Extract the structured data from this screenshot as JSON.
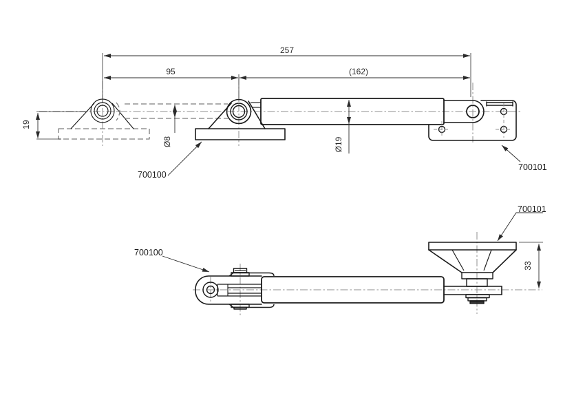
{
  "top_view": {
    "dim_overall": "257",
    "dim_bracket_spacing": "95",
    "dim_extended": "(162)",
    "dim_pivot_height": "19",
    "dim_rod_diameter": "Ø8",
    "dim_tube_diameter": "Ø19",
    "label_mount_bracket": "700100",
    "label_end_bracket": "700101"
  },
  "side_view": {
    "dim_bracket_height": "33",
    "label_mount_bracket": "700100",
    "label_end_bracket": "700101"
  },
  "colors": {
    "background": "#ffffff",
    "outline": "#1a1a1a",
    "dimension": "#2b2b2b",
    "centerline": "#8f8f8f",
    "phantom": "#7d7d7d"
  }
}
